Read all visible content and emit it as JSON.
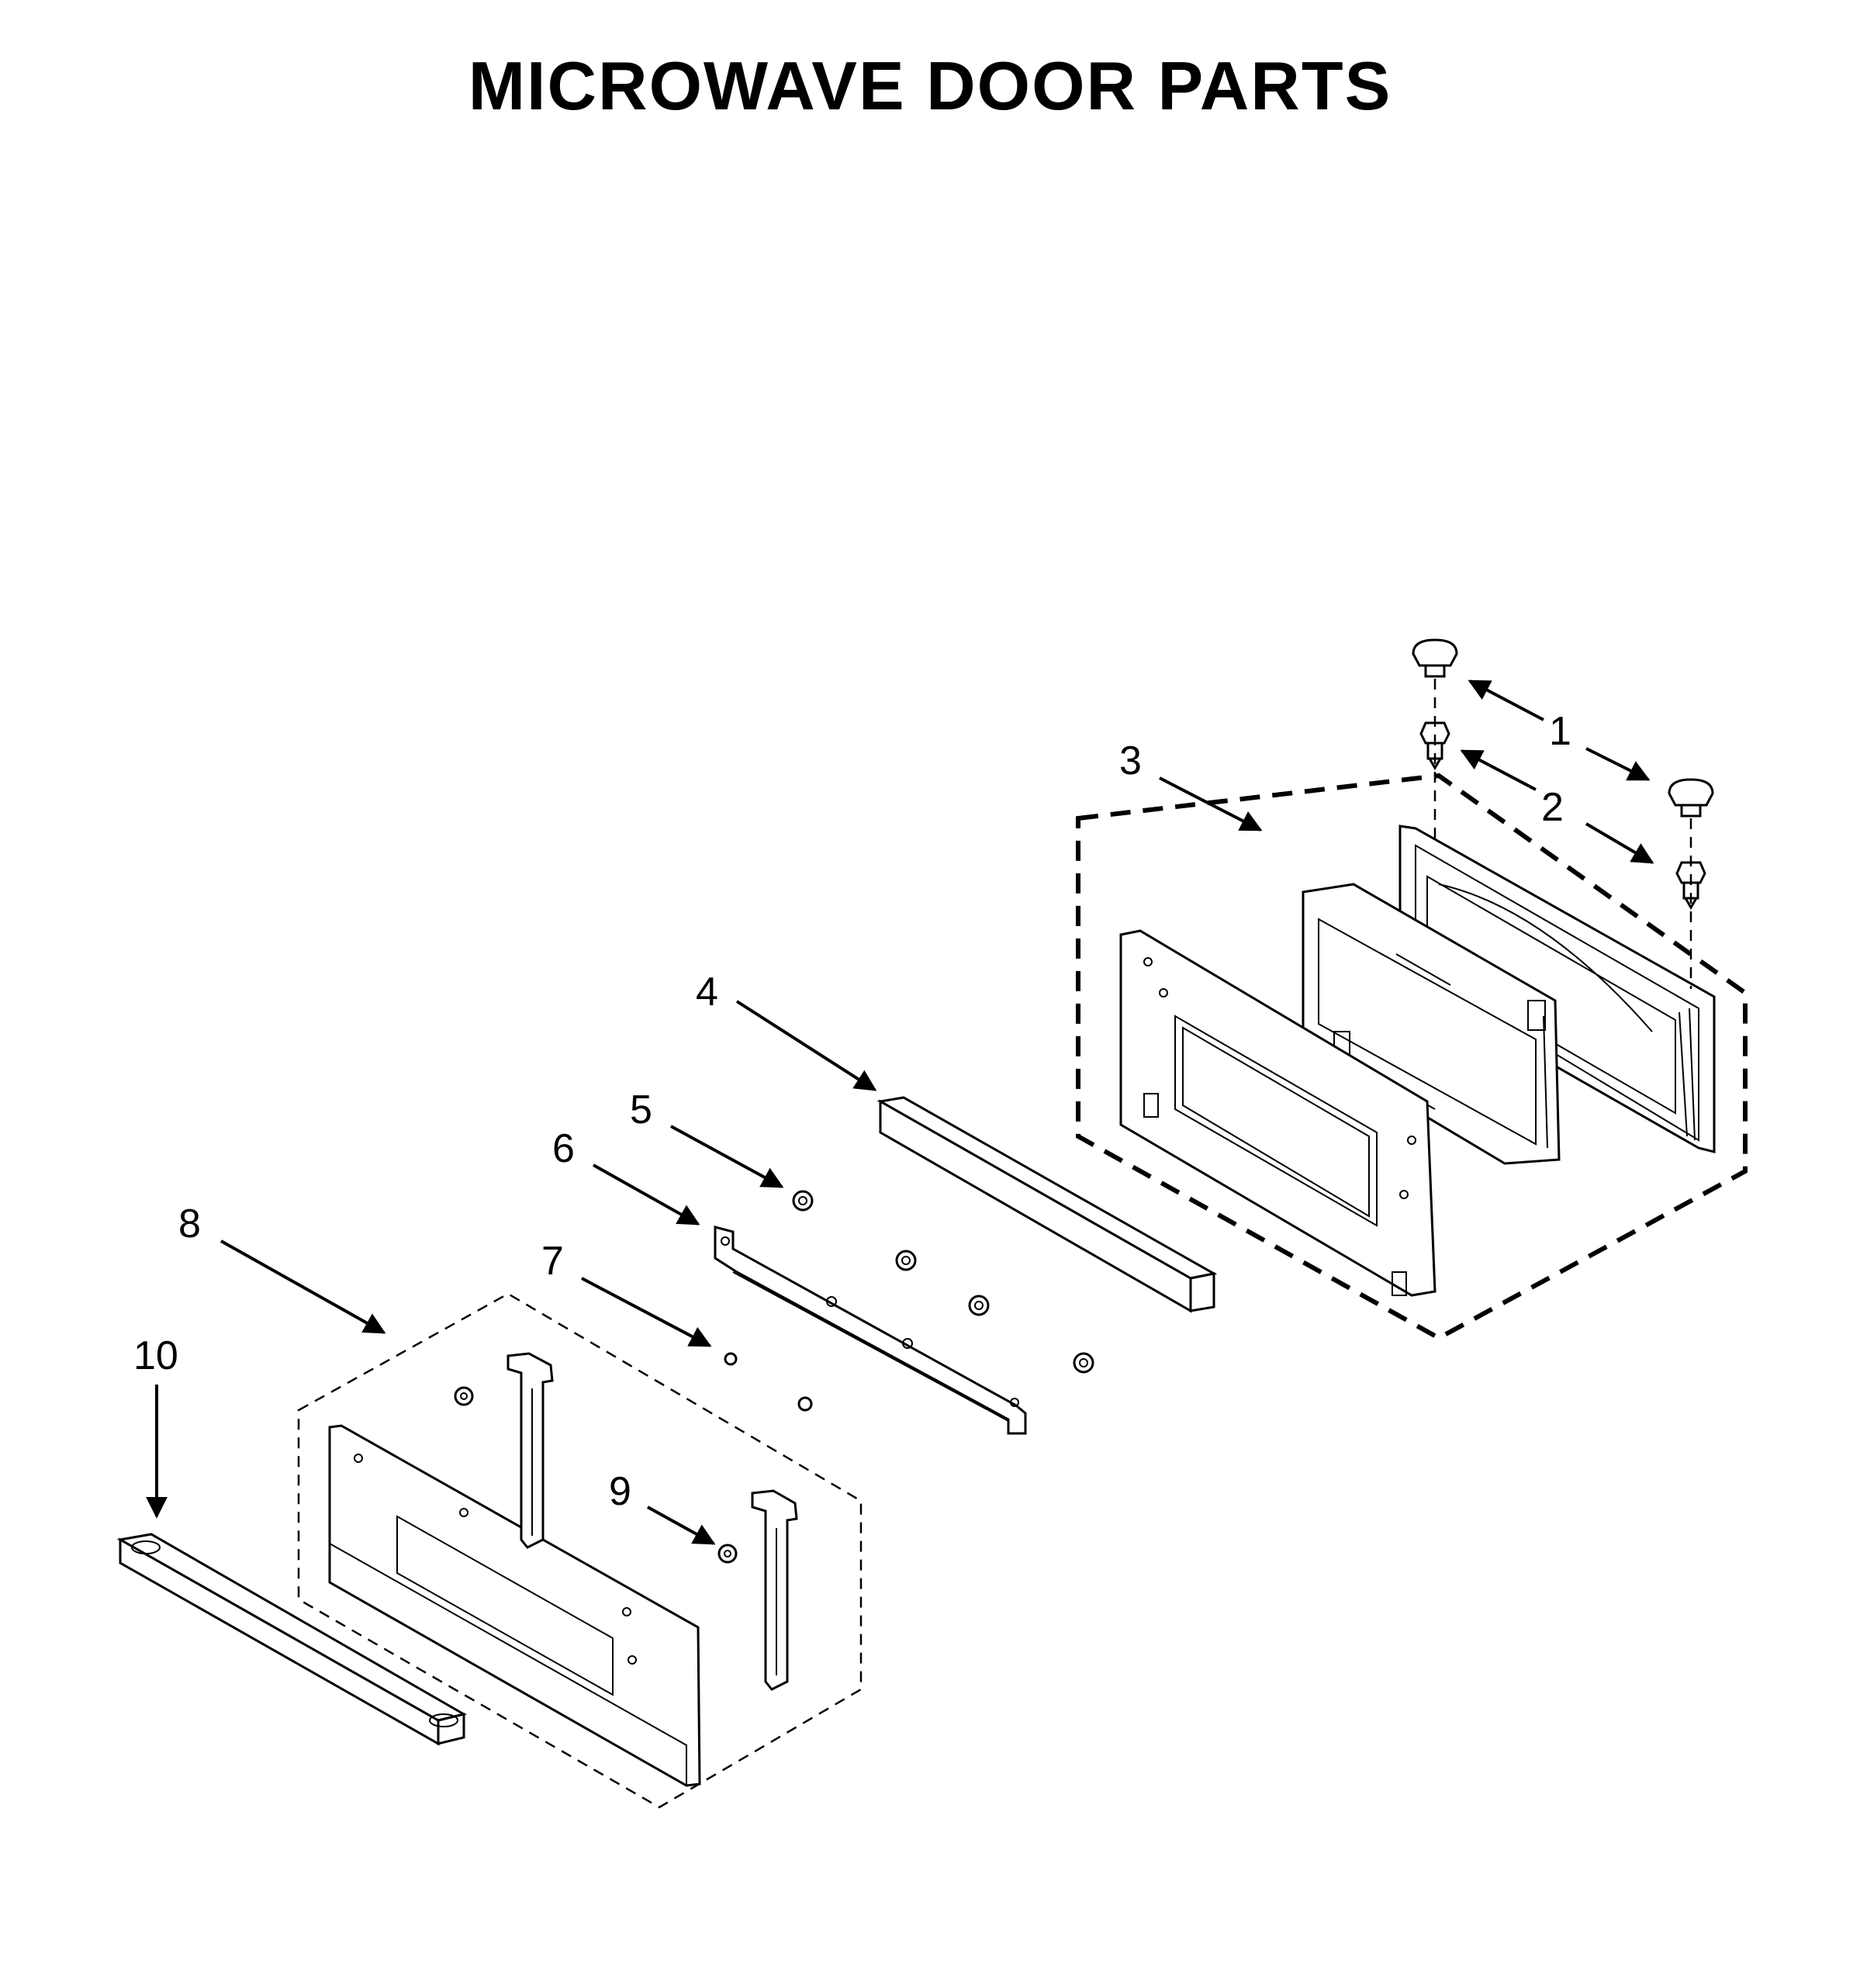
{
  "title": "MICROWAVE DOOR PARTS",
  "callouts": {
    "c1": "1",
    "c2": "2",
    "c3": "3",
    "c4": "4",
    "c5": "5",
    "c6": "6",
    "c7": "7",
    "c8": "8",
    "c9": "9",
    "c10": "10"
  }
}
